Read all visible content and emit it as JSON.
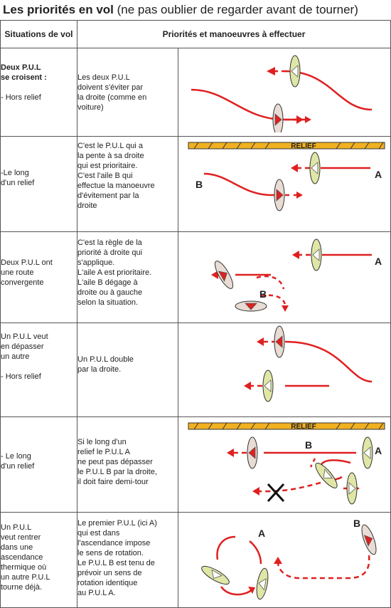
{
  "title": {
    "main": "Les priorités en vol",
    "sub": " (ne pas oublier de regarder avant de tourner)"
  },
  "header": {
    "col1": "Situations de vol",
    "col2": "Priorités et manoeuvres à effectuer"
  },
  "rows": [
    {
      "situation": [
        "Deux P.U.L",
        "se croisent :",
        "",
        "- Hors relief"
      ],
      "description": [
        "Les deux P.U.L",
        "doivent s'éviter par",
        "la droite (comme en",
        "voiture)"
      ]
    },
    {
      "situation": [
        "-Le long",
        " d'un relief"
      ],
      "description": [
        "C'est le P.U.L qui a",
        "la pente à sa droite",
        "qui est prioritaire.",
        "C'est l'aile B qui",
        "effectue la manoeuvre",
        "d'évitement par la",
        "droite"
      ],
      "labels": {
        "relief": "RELIEF",
        "a": "A",
        "b": "B"
      }
    },
    {
      "situation": [
        "Deux P.U.L ont",
        "une route",
        "convergente"
      ],
      "description": [
        "C'est la règle de la",
        "priorité à droite qui",
        "s'applique.",
        "L'aile A est prioritaire.",
        "L'aile B dégage à",
        "droite ou à gauche",
        "selon la situation."
      ],
      "labels": {
        "a": "A",
        "b": "B"
      }
    },
    {
      "situation": [
        "Un P.U.L veut",
        "en dépasser",
        "un autre",
        "",
        "- Hors relief"
      ],
      "description": [
        "Un P.U.L double",
        "par la droite."
      ]
    },
    {
      "situation": [
        "- Le long",
        " d'un relief"
      ],
      "description": [
        "Si le long d'un",
        "relief le P.U.L A",
        "ne peut pas dépasser",
        "le P.U.L B par la droite,",
        "il doit faire demi-tour"
      ],
      "labels": {
        "relief": "RELIEF",
        "a": "A",
        "b": "B"
      }
    },
    {
      "situation": [
        "Un P.U.L",
        "veut rentrer",
        "dans une",
        "ascendance",
        "thermique où",
        "un autre P.U.L",
        "tourne déjà."
      ],
      "description": [
        "Le premier P.U.L (ici A)",
        "qui est dans",
        "l'ascendance impose",
        "le sens de rotation.",
        "Le P.U.L B est tenu de",
        "prévoir un sens de",
        "rotation identique",
        "au P.U.L A."
      ],
      "labels": {
        "a": "A",
        "b": "B"
      }
    }
  ],
  "colors": {
    "arrow": "#e02020",
    "wing": "#dfe6a6",
    "wing_alt": "#e8dcd4",
    "relief": "#f0b020"
  }
}
